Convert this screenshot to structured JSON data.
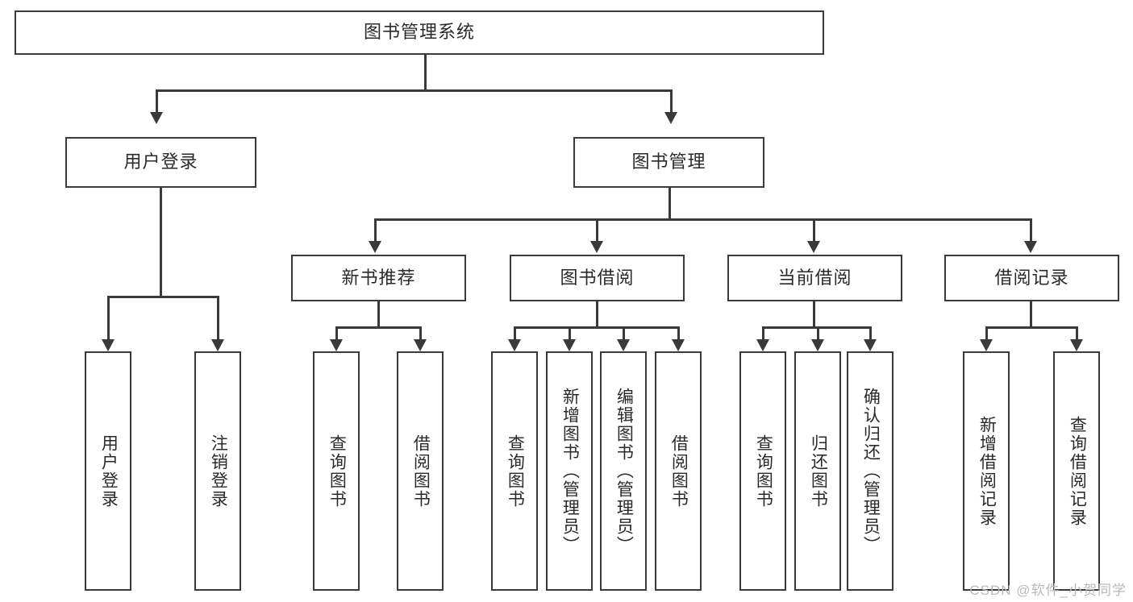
{
  "diagram": {
    "title": "图书管理系统",
    "type": "tree-hierarchy",
    "watermark": "CSDN @软件_小贺同学",
    "root": {
      "label": "图书管理系统"
    },
    "level2": [
      {
        "label": "用户登录"
      },
      {
        "label": "图书管理"
      }
    ],
    "level3": [
      {
        "label": "新书推荐"
      },
      {
        "label": "图书借阅"
      },
      {
        "label": "当前借阅"
      },
      {
        "label": "借阅记录"
      }
    ],
    "leaves": {
      "user_login": [
        {
          "label": "用户登录"
        },
        {
          "label": "注销登录"
        }
      ],
      "new_book_recommend": [
        {
          "label": "查询图书"
        },
        {
          "label": "借阅图书"
        }
      ],
      "book_borrow": [
        {
          "label": "查询图书"
        },
        {
          "label": "新增图书（管理员）"
        },
        {
          "label": "编辑图书（管理员）"
        },
        {
          "label": "借阅图书"
        }
      ],
      "current_borrow": [
        {
          "label": "查询图书"
        },
        {
          "label": "归还图书"
        },
        {
          "label": "确认归还（管理员）"
        }
      ],
      "borrow_record": [
        {
          "label": "新增借阅记录"
        },
        {
          "label": "查询借阅记录"
        }
      ]
    },
    "colors": {
      "stroke": "#3a3a3a",
      "fill": "#ffffff",
      "text": "#2a2a2a",
      "watermark": "#b9b9b9"
    }
  }
}
